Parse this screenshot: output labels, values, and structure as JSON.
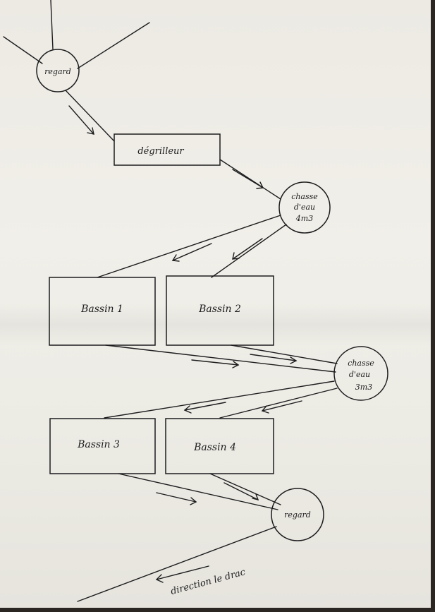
{
  "nodes": {
    "regard_top": {
      "label": "regard"
    },
    "degrilleur": {
      "label": "dégrilleur"
    },
    "chasse_1": {
      "lines": [
        "chasse",
        "d'eau",
        "4m3"
      ]
    },
    "bassin_1": {
      "label": "Bassin 1"
    },
    "bassin_2": {
      "label": "Bassin 2"
    },
    "chasse_2": {
      "lines": [
        "chasse",
        "d'eau",
        "3m3"
      ]
    },
    "bassin_3": {
      "label": "Bassin 3"
    },
    "bassin_4": {
      "label": "Bassin 4"
    },
    "regard_bottom": {
      "label": "regard"
    }
  },
  "outlet": {
    "label": "direction le drac"
  },
  "colors": {
    "ink": "#1d1d1f",
    "paper": "#eceae3"
  }
}
